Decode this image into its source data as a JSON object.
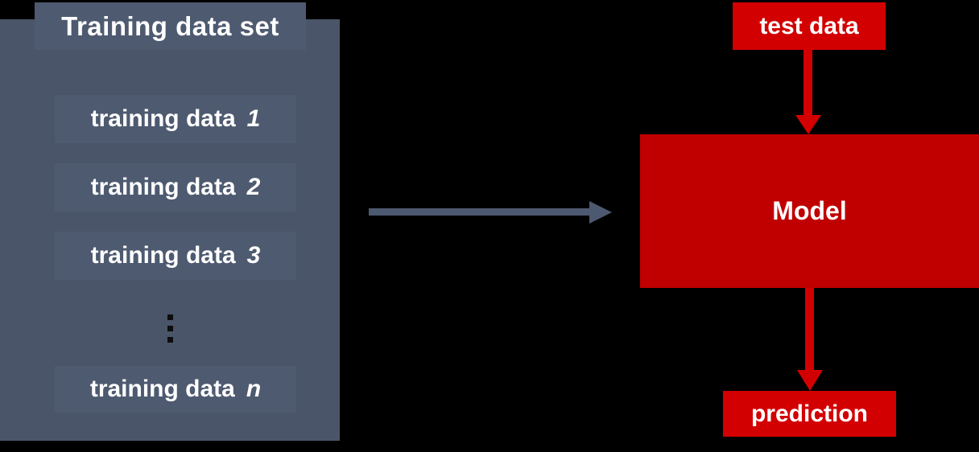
{
  "colors": {
    "background": "#000000",
    "panel": "#4a5569",
    "panel_light": "#4e5a70",
    "arrow_slate": "#4d5970",
    "red": "#d20000",
    "model_red": "#c00000",
    "dots": "#0d0d0d",
    "text": "#ffffff"
  },
  "panel": {
    "title": "Training data set",
    "items": [
      {
        "label": "training data",
        "index": "1"
      },
      {
        "label": "training data",
        "index": "2"
      },
      {
        "label": "training data",
        "index": "3"
      },
      {
        "label": "training data",
        "index": "n"
      }
    ]
  },
  "flow": {
    "test_data_label": "test data",
    "model_label": "Model",
    "prediction_label": "prediction"
  }
}
